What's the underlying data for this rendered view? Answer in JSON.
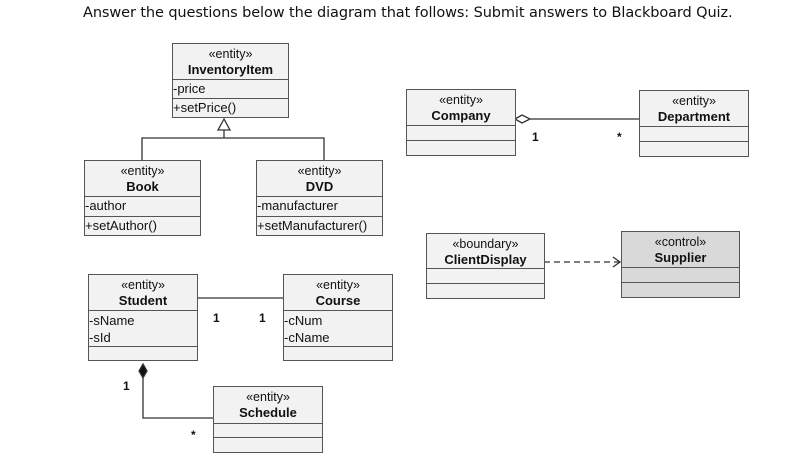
{
  "instruction": "Answer the questions below the diagram that follows: Submit answers to Blackboard Quiz.",
  "classes": {
    "inventory": {
      "stereotype": "«entity»",
      "name": "InventoryItem",
      "attributes": [
        "-price"
      ],
      "operations": [
        "+setPrice()"
      ]
    },
    "book": {
      "stereotype": "«entity»",
      "name": "Book",
      "attributes": [
        "-author"
      ],
      "operations": [
        "+setAuthor()"
      ]
    },
    "dvd": {
      "stereotype": "«entity»",
      "name": "DVD",
      "attributes": [
        "-manufacturer"
      ],
      "operations": [
        "+setManufacturer()"
      ]
    },
    "company": {
      "stereotype": "«entity»",
      "name": "Company"
    },
    "department": {
      "stereotype": "«entity»",
      "name": "Department"
    },
    "clientdisplay": {
      "stereotype": "«boundary»",
      "name": "ClientDisplay"
    },
    "supplier": {
      "stereotype": "«control»",
      "name": "Supplier",
      "fill": "#d9d9d9"
    },
    "student": {
      "stereotype": "«entity»",
      "name": "Student",
      "attributes": [
        "-sName",
        "-sId"
      ]
    },
    "course": {
      "stereotype": "«entity»",
      "name": "Course",
      "attributes": [
        "-cNum",
        "-cName"
      ]
    },
    "schedule": {
      "stereotype": "«entity»",
      "name": "Schedule"
    }
  },
  "multiplicities": {
    "company_department": {
      "company": "1",
      "department": "*"
    },
    "student_course": {
      "student": "1",
      "course": "1"
    },
    "student_schedule": {
      "student": "1",
      "schedule": "*"
    }
  }
}
